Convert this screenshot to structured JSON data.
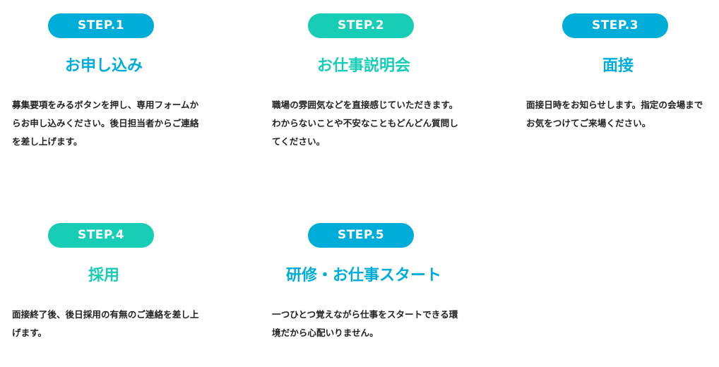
{
  "steps": [
    {
      "badge": "STEP.1",
      "title": "お申し込み",
      "description": "募集要項をみるボタンを押し、専用フォームからお申し込みください。後日担当者からご連絡を差し上げます。",
      "badge_color": "#00acd8",
      "title_color": "#00acd8"
    },
    {
      "badge": "STEP.2",
      "title": "お仕事説明会",
      "description": "職場の雰囲気などを直接感じていただきます。わからないことや不安なこともどんどん質問してください。",
      "badge_color": "#18cdb5",
      "title_color": "#18cdb5"
    },
    {
      "badge": "STEP.3",
      "title": "面接",
      "description": "面接日時をお知らせします。指定の会場までお気をつけてご来場ください。",
      "badge_color": "#00acd8",
      "title_color": "#00acd8"
    },
    {
      "badge": "STEP.4",
      "title": "採用",
      "description": "面接終了後、後日採用の有無のご連絡を差し上げます。",
      "badge_color": "#18cdb5",
      "title_color": "#18cdb5"
    },
    {
      "badge": "STEP.5",
      "title": "研修・お仕事スタート",
      "description": "一つひとつ覚えながら仕事をスタートできる環境だから心配いりません。",
      "badge_color": "#00acd8",
      "title_color": "#00acd8"
    }
  ]
}
